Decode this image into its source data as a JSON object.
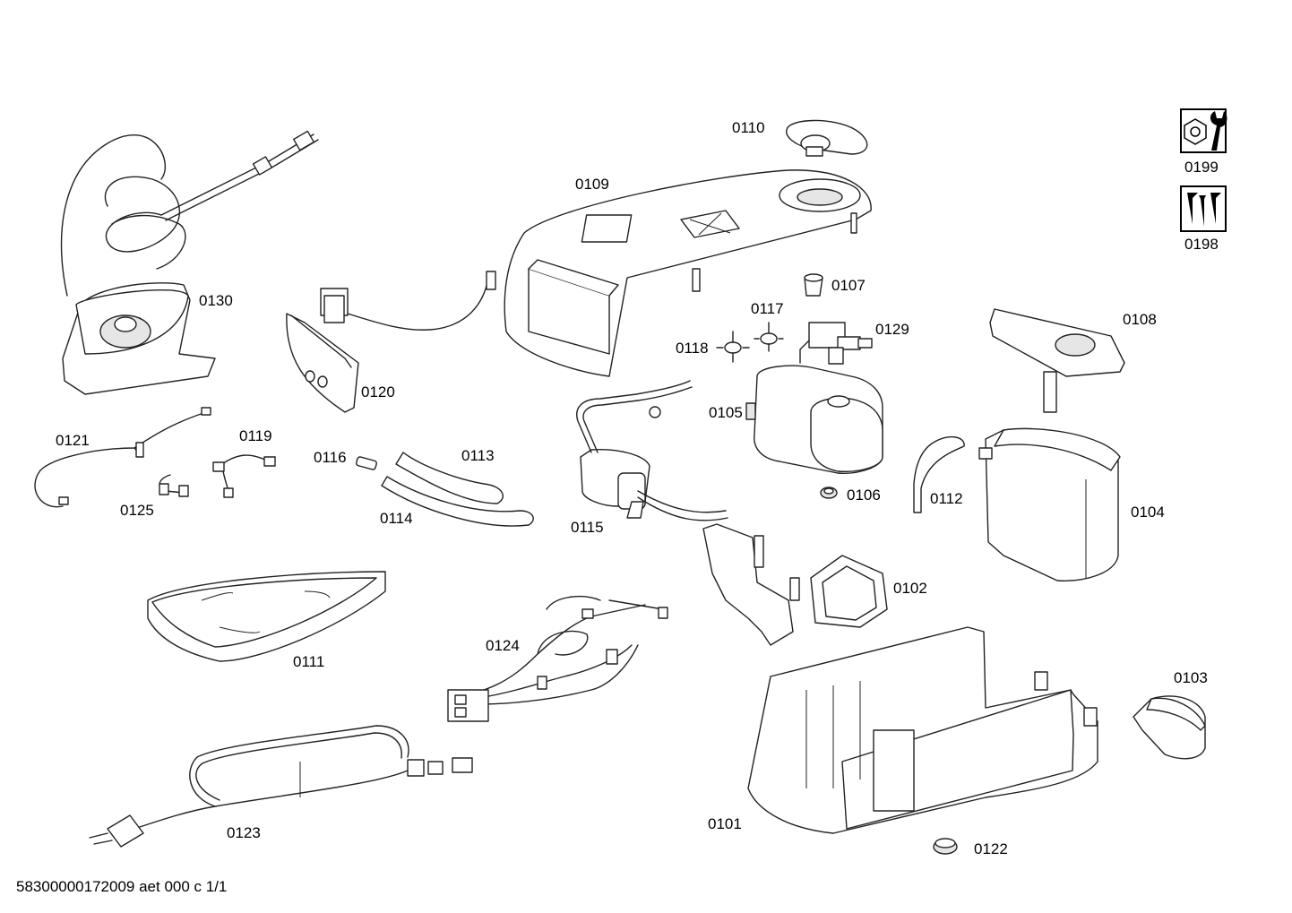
{
  "footer": {
    "text": "58300000172009 aet 000 c 1/1"
  },
  "labels": {
    "p0101": "0101",
    "p0102": "0102",
    "p0103": "0103",
    "p0104": "0104",
    "p0105": "0105",
    "p0106": "0106",
    "p0107": "0107",
    "p0108": "0108",
    "p0109": "0109",
    "p0110": "0110",
    "p0111": "0111",
    "p0112": "0112",
    "p0113": "0113",
    "p0114": "0114",
    "p0115": "0115",
    "p0116": "0116",
    "p0117": "0117",
    "p0118": "0118",
    "p0119": "0119",
    "p0120": "0120",
    "p0121": "0121",
    "p0122": "0122",
    "p0123": "0123",
    "p0124": "0124",
    "p0125": "0125",
    "p0129": "0129",
    "p0130": "0130",
    "p0198": "0198",
    "p0199": "0199"
  },
  "icons": {
    "p0199": "nut-wrench-icon",
    "p0198": "screws-icon"
  }
}
